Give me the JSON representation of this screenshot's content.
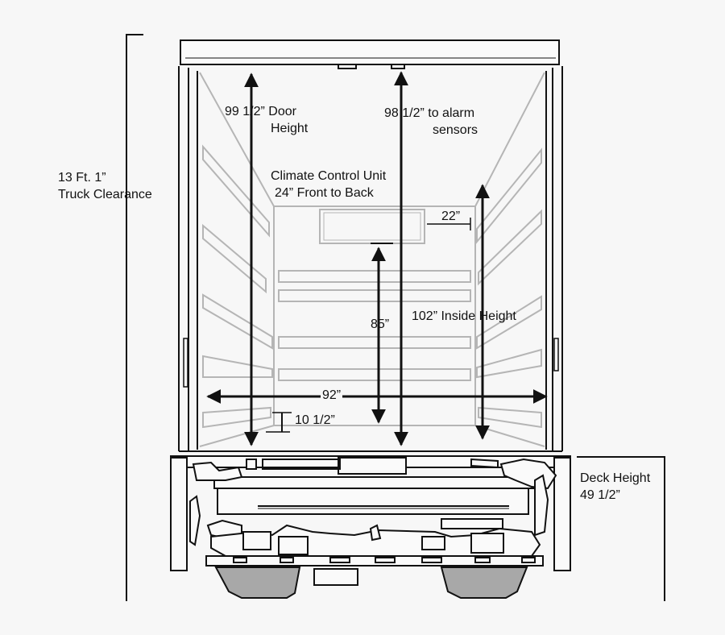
{
  "labels": {
    "truck_clearance": {
      "line1": "13 Ft. 1”",
      "line2": "Truck Clearance"
    },
    "door_height": {
      "line1": "99 1/2” Door",
      "line2": "Height"
    },
    "alarm_sensors": {
      "line1": "98 1/2” to alarm",
      "line2": "sensors"
    },
    "climate_unit": {
      "line1": "Climate Control Unit",
      "line2": "24” Front to Back"
    },
    "unit_offset": "22”",
    "unit_clearance": "85”",
    "inside_height": "102” Inside Height",
    "inside_width": "92”",
    "floor_step": "10 1/2”",
    "deck_height": {
      "line1": "Deck Height",
      "line2": "49 1/2”"
    }
  },
  "colors": {
    "line": "#111111",
    "interior": "#b5b5b5",
    "tire": "#a8a8a8",
    "background": "#f7f7f7"
  }
}
